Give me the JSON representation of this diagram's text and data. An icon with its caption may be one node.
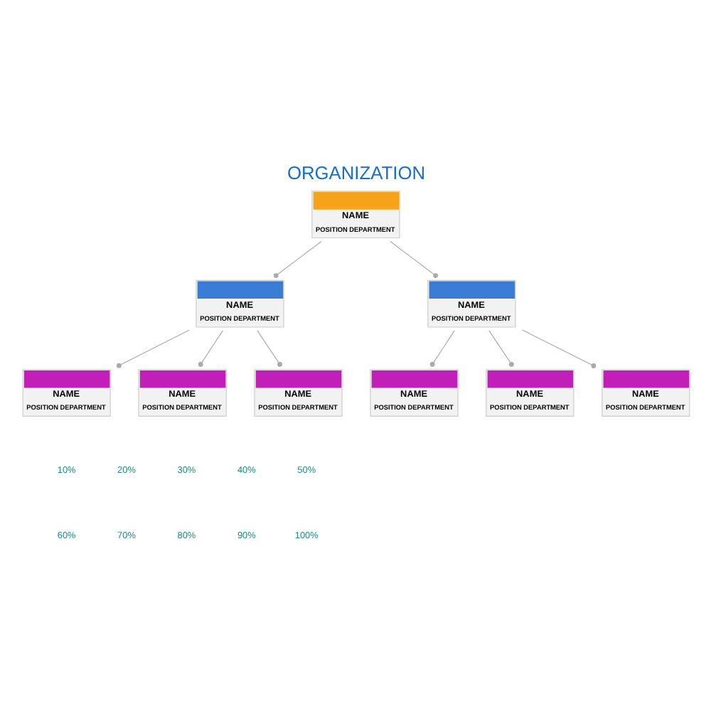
{
  "diagram": {
    "title": "ORGANIZATION",
    "nodes": [
      {
        "text": [
          "NAME",
          "POSITION DEPARTMENT"
        ]
      },
      {
        "text": [
          "NAME",
          "POSITION DEPARTMENT"
        ]
      },
      {
        "text": [
          "NAME",
          "POSITION DEPARTMENT"
        ]
      },
      {
        "text": [
          "NAME",
          "POSITION DEPARTMENT"
        ]
      },
      {
        "text": [
          "NAME",
          "POSITION DEPARTMENT"
        ]
      },
      {
        "text": [
          "NAME",
          "POSITION DEPARTMENT"
        ]
      },
      {
        "text": [
          "NAME",
          "POSITION DEPARTMENT"
        ]
      },
      {
        "text": [
          "NAME",
          "POSITION DEPARTMENT"
        ]
      },
      {
        "text": [
          "NAME",
          "POSITION DEPARTMENT"
        ]
      }
    ],
    "edges": [
      {
        "from": 0,
        "to": 1,
        "arrow": "other"
      },
      {
        "from": 0,
        "to": 2,
        "arrow": "other"
      },
      {
        "from": 1,
        "to": 3,
        "arrow": "other"
      },
      {
        "from": 1,
        "to": 4,
        "arrow": "other"
      },
      {
        "from": 1,
        "to": 5,
        "arrow": "other"
      },
      {
        "from": 2,
        "to": 6,
        "arrow": "other"
      },
      {
        "from": 2,
        "to": 7,
        "arrow": "other"
      },
      {
        "from": 2,
        "to": 8,
        "arrow": "other"
      }
    ],
    "labels": [
      "10%",
      "20%",
      "30%",
      "40%",
      "50%",
      "60%",
      "70%",
      "80%",
      "90%",
      "100%"
    ]
  }
}
